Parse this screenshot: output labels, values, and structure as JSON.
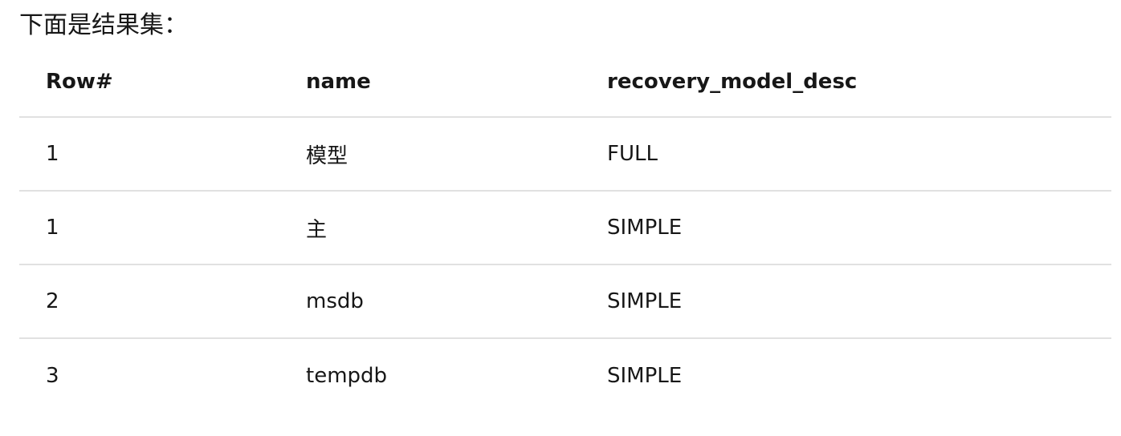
{
  "intro_text": "下面是结果集：",
  "table": {
    "headers": [
      "Row#",
      "name",
      "recovery_model_desc"
    ],
    "rows": [
      [
        "1",
        "模型",
        "FULL"
      ],
      [
        "1",
        "主",
        "SIMPLE"
      ],
      [
        "2",
        "msdb",
        "SIMPLE"
      ],
      [
        "3",
        "tempdb",
        "SIMPLE"
      ]
    ]
  }
}
